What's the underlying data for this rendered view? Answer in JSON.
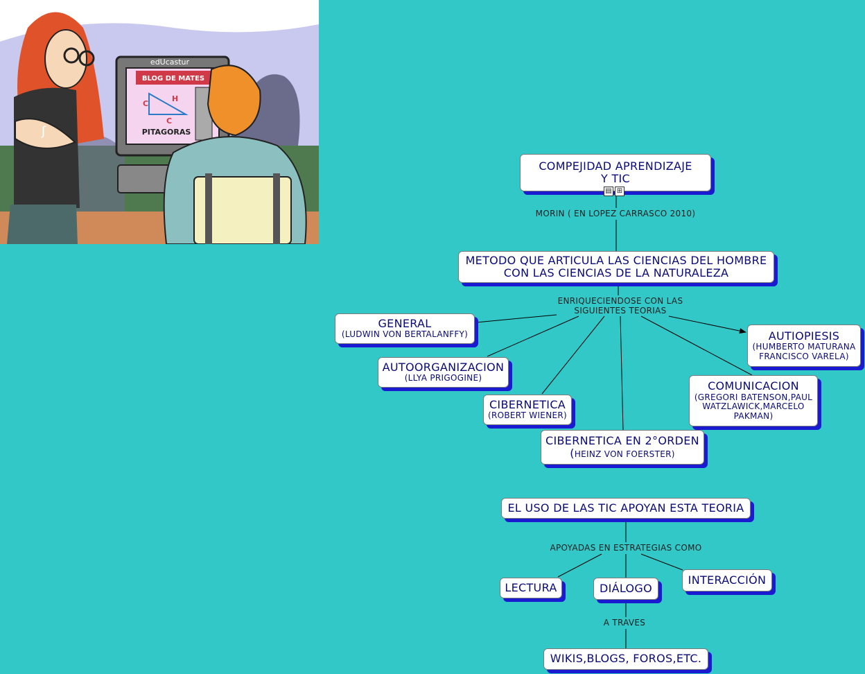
{
  "illustration": {
    "screen_brand": "edUcastur",
    "screen_banner": "BLOG DE MATES",
    "screen_caption": "PITAGORAS",
    "triangle_labels": [
      "C",
      "H",
      "C"
    ]
  },
  "nodes": {
    "root": {
      "line1": "COMPEJIDAD APRENDIZAJE",
      "line2": "Y TIC",
      "icons": [
        "document-icon",
        "concept-map-icon"
      ]
    },
    "metodo": {
      "line1": "METODO QUE ARTICULA LAS CIENCIAS DEL HOMBRE",
      "line2": "CON LAS CIENCIAS DE LA NATURALEZA"
    },
    "general": {
      "title": "GENERAL",
      "sub": "(LUDWIN  VON BERTALANFFY)"
    },
    "autoorg": {
      "title": "AUTOORGANIZACION",
      "sub": "(LLYA PRIGOGINE)"
    },
    "cibernetica": {
      "title": "CIBERNETICA",
      "sub": "(ROBERT WIENER)"
    },
    "cib2": {
      "title": "CIBERNETICA EN 2°ORDEN",
      "sub_open": "(",
      "sub": "HEINZ VON FOERSTER)"
    },
    "comunicacion": {
      "title": "COMUNICACION",
      "sub1": "(GREGORI BATENSON,PAUL",
      "sub2": "WATZLAWICK,MARCELO",
      "sub3": "PAKMAN)"
    },
    "autiopiesis": {
      "title": "AUTIOPIESIS",
      "sub1": "(HUMBERTO MATURANA",
      "sub2": "FRANCISCO VARELA)"
    },
    "uso": {
      "title": "EL USO DE LAS TIC APOYAN ESTA TEORIA"
    },
    "lectura": {
      "title": "LECTURA"
    },
    "dialogo": {
      "title": "DIÁLOGO"
    },
    "interaccion": {
      "title": "INTERACCIÓN"
    },
    "wikis": {
      "title": "WIKIS,BLOGS, FOROS,ETC."
    }
  },
  "links": {
    "morin": "MORIN ( EN LOPEZ CARRASCO 2010)",
    "enriq1": "ENRIQUECIENDOSE CON LAS",
    "enriq2": "SIGUIENTES TEORIAS",
    "apoyadas": "APOYADAS EN ESTRATEGIAS COMO",
    "atraves": "A TRAVES"
  },
  "colors": {
    "background": "#33c8c8",
    "node_fill": "#ffffff",
    "node_shadow": "#1a1ad0",
    "node_text": "#0a0a78",
    "link_text": "#1e1e1e"
  }
}
